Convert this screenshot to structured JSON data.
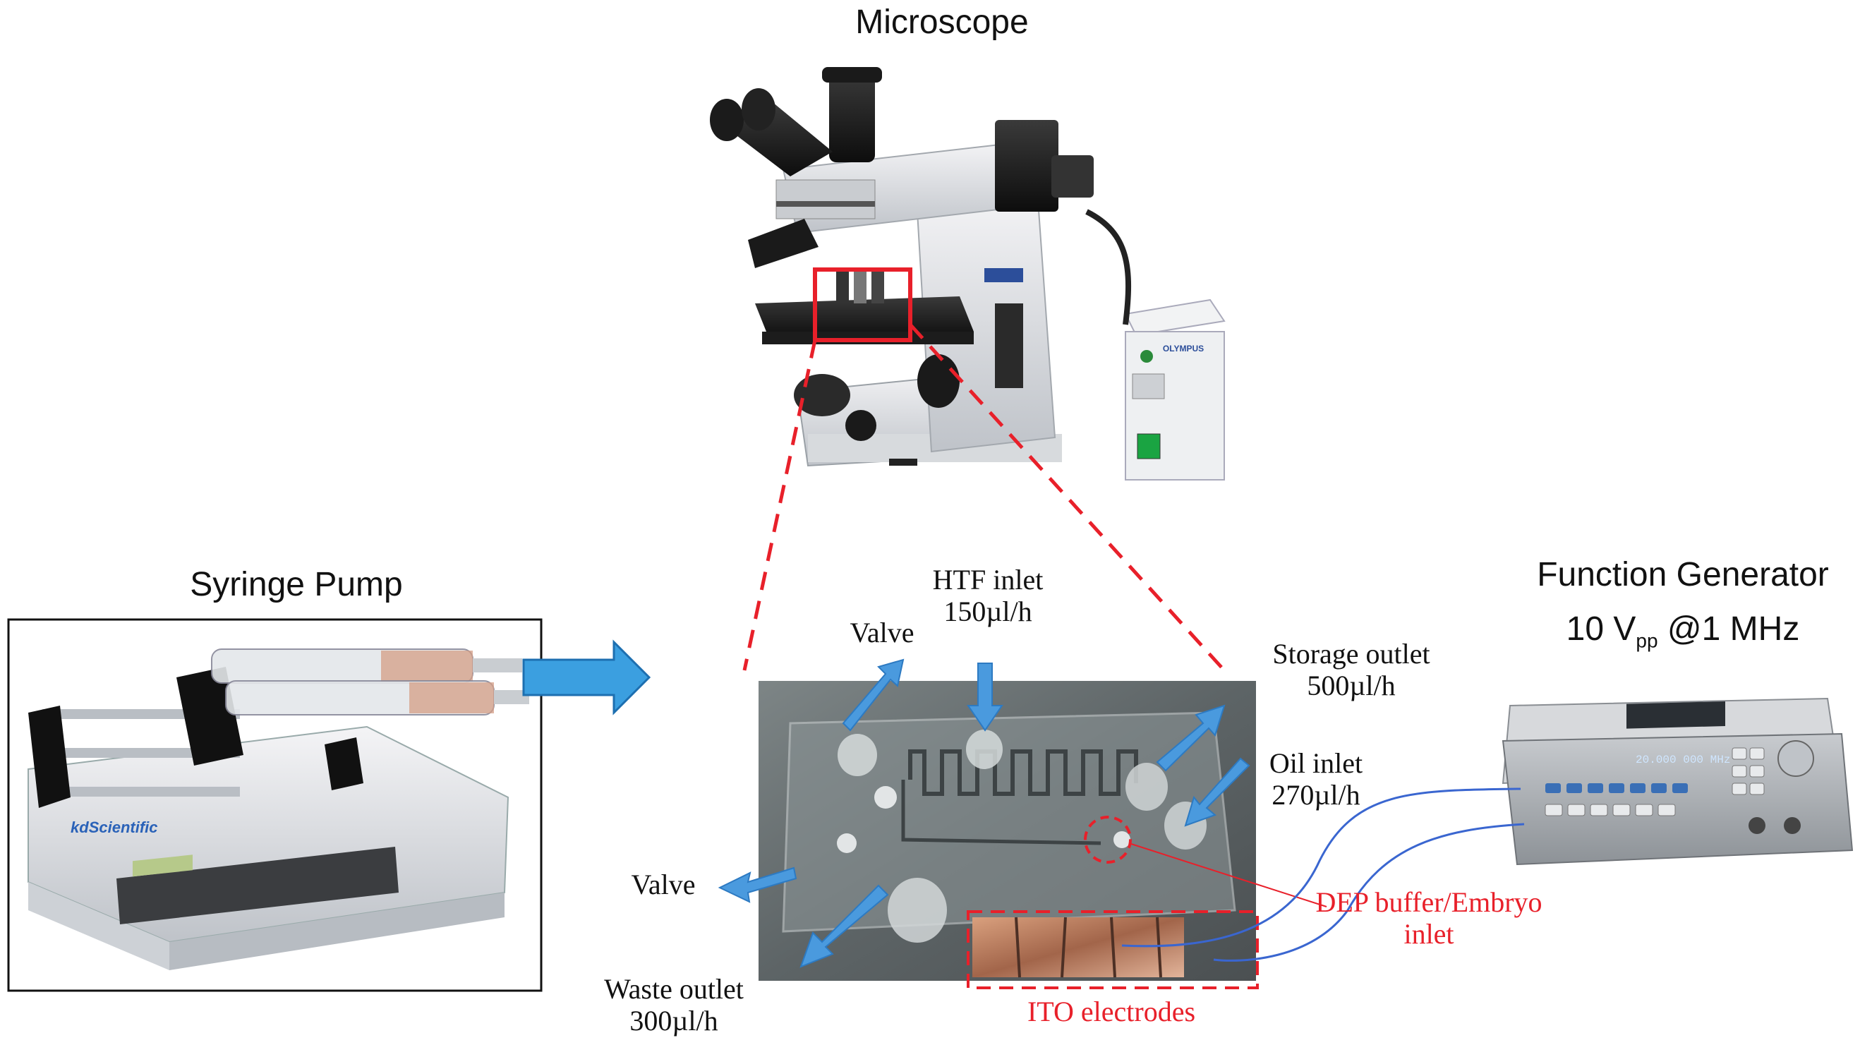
{
  "titles": {
    "microscope": "Microscope",
    "syringe_pump": "Syringe Pump",
    "function_generator": "Function Generator",
    "fg_voltage_main": "10 V",
    "fg_voltage_sub": "pp",
    "fg_freq": "@1 MHz"
  },
  "chip_labels": {
    "htf_inlet": "HTF inlet",
    "htf_rate": "150µl/h",
    "valve_top": "Valve",
    "valve_left": "Valve",
    "storage_outlet": "Storage outlet",
    "storage_rate": "500µl/h",
    "oil_inlet": "Oil inlet",
    "oil_rate": "270µl/h",
    "waste_outlet": "Waste outlet",
    "waste_rate": "300µl/h",
    "dep_line1": "DEP buffer/Embryo",
    "dep_line2": "inlet",
    "ito": "ITO electrodes"
  },
  "device_text": {
    "pump_brand_prefix": "kd",
    "pump_brand": "Scientific",
    "olympus": "OLYMPUS",
    "fg_display": "20.000 000 MHz"
  },
  "colors": {
    "arrow_blue": "#3b9fe0",
    "annotation_red": "#e8202a",
    "wire_blue": "#3a66d0"
  }
}
